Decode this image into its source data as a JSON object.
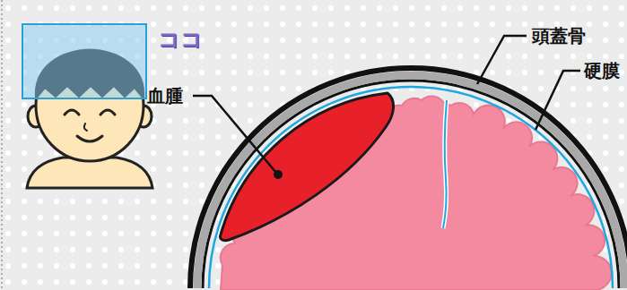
{
  "diagram": {
    "labels": [
      "ココ",
      "血腫",
      "頭蓋骨",
      "硬膜"
    ]
  }
}
